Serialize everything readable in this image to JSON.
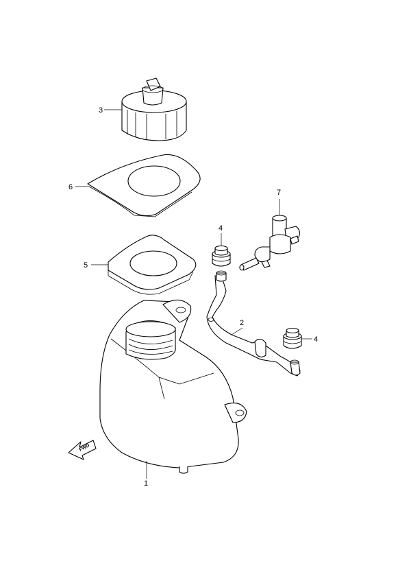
{
  "callouts": {
    "part_1": "1",
    "part_2": "2",
    "part_3": "3",
    "part_4a": "4",
    "part_4b": "4",
    "part_5": "5",
    "part_6": "6",
    "part_7": "7"
  },
  "direction_marker": "FWD"
}
